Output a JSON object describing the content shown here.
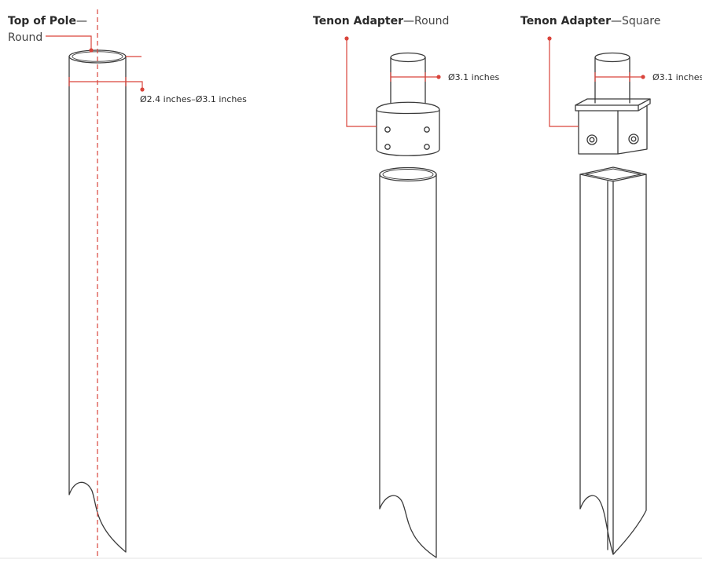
{
  "sections": [
    {
      "id": "round-pole",
      "title_bold": "Top of Pole",
      "title_dash": "—",
      "title_light": "Round",
      "dimension": "Ø2.4 inches–Ø3.1 inches"
    },
    {
      "id": "tenon-round",
      "title_bold": "Tenon Adapter",
      "title_dash": "—",
      "title_light": "Round",
      "dimension": "Ø3.1 inches"
    },
    {
      "id": "tenon-square",
      "title_bold": "Tenon Adapter",
      "title_dash": "—",
      "title_light": "Square",
      "dimension": "Ø3.1 inches"
    }
  ],
  "colors": {
    "accent": "#d9443b",
    "line": "#3a3a3a"
  }
}
